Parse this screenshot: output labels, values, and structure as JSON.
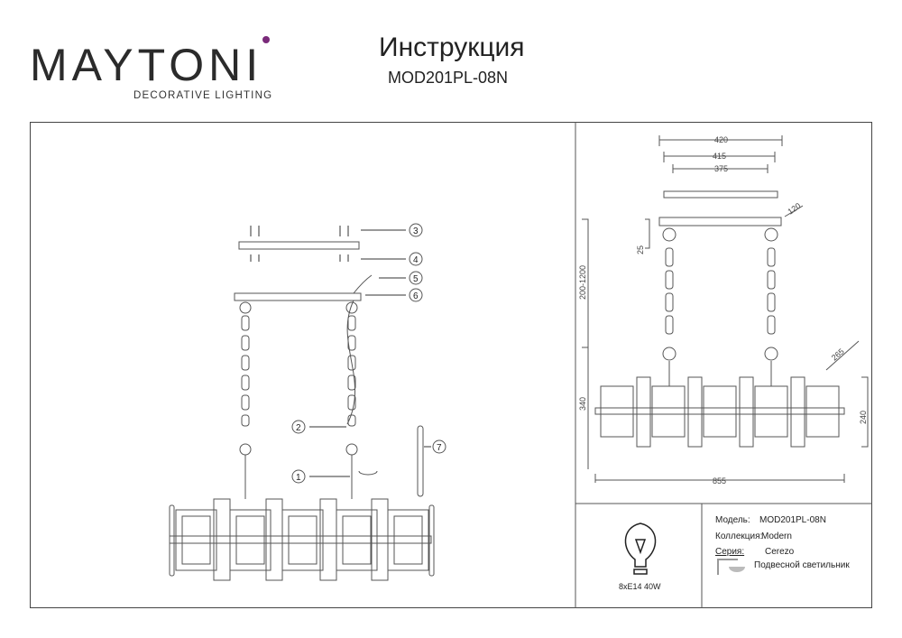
{
  "brand": {
    "name": "MAYTONI",
    "tagline": "DECORATIVE LIGHTING",
    "accent": "#7a2a7a"
  },
  "header": {
    "title": "Инструкция",
    "model": "MOD201PL-08N"
  },
  "callouts": [
    "1",
    "2",
    "3",
    "4",
    "5",
    "6",
    "7"
  ],
  "dimensions": {
    "d420": "420",
    "d415": "415",
    "d375": "375",
    "d120": "120",
    "d25": "25",
    "d200_1200": "200-1200",
    "d340": "340",
    "d265": "265",
    "d240": "240",
    "d855": "855"
  },
  "bulb": {
    "icon": "bulb-icon",
    "spec": "8xE14 40W"
  },
  "specs": {
    "model_label": "Модель:",
    "model_value": "MOD201PL-08N",
    "collection_label": "Коллекция:",
    "collection_value": "Modern",
    "series_label": "Серия:",
    "series_value": "Cerezo",
    "type_icon": "pendant-lamp-icon",
    "type_value": "Подвесной светильник"
  }
}
